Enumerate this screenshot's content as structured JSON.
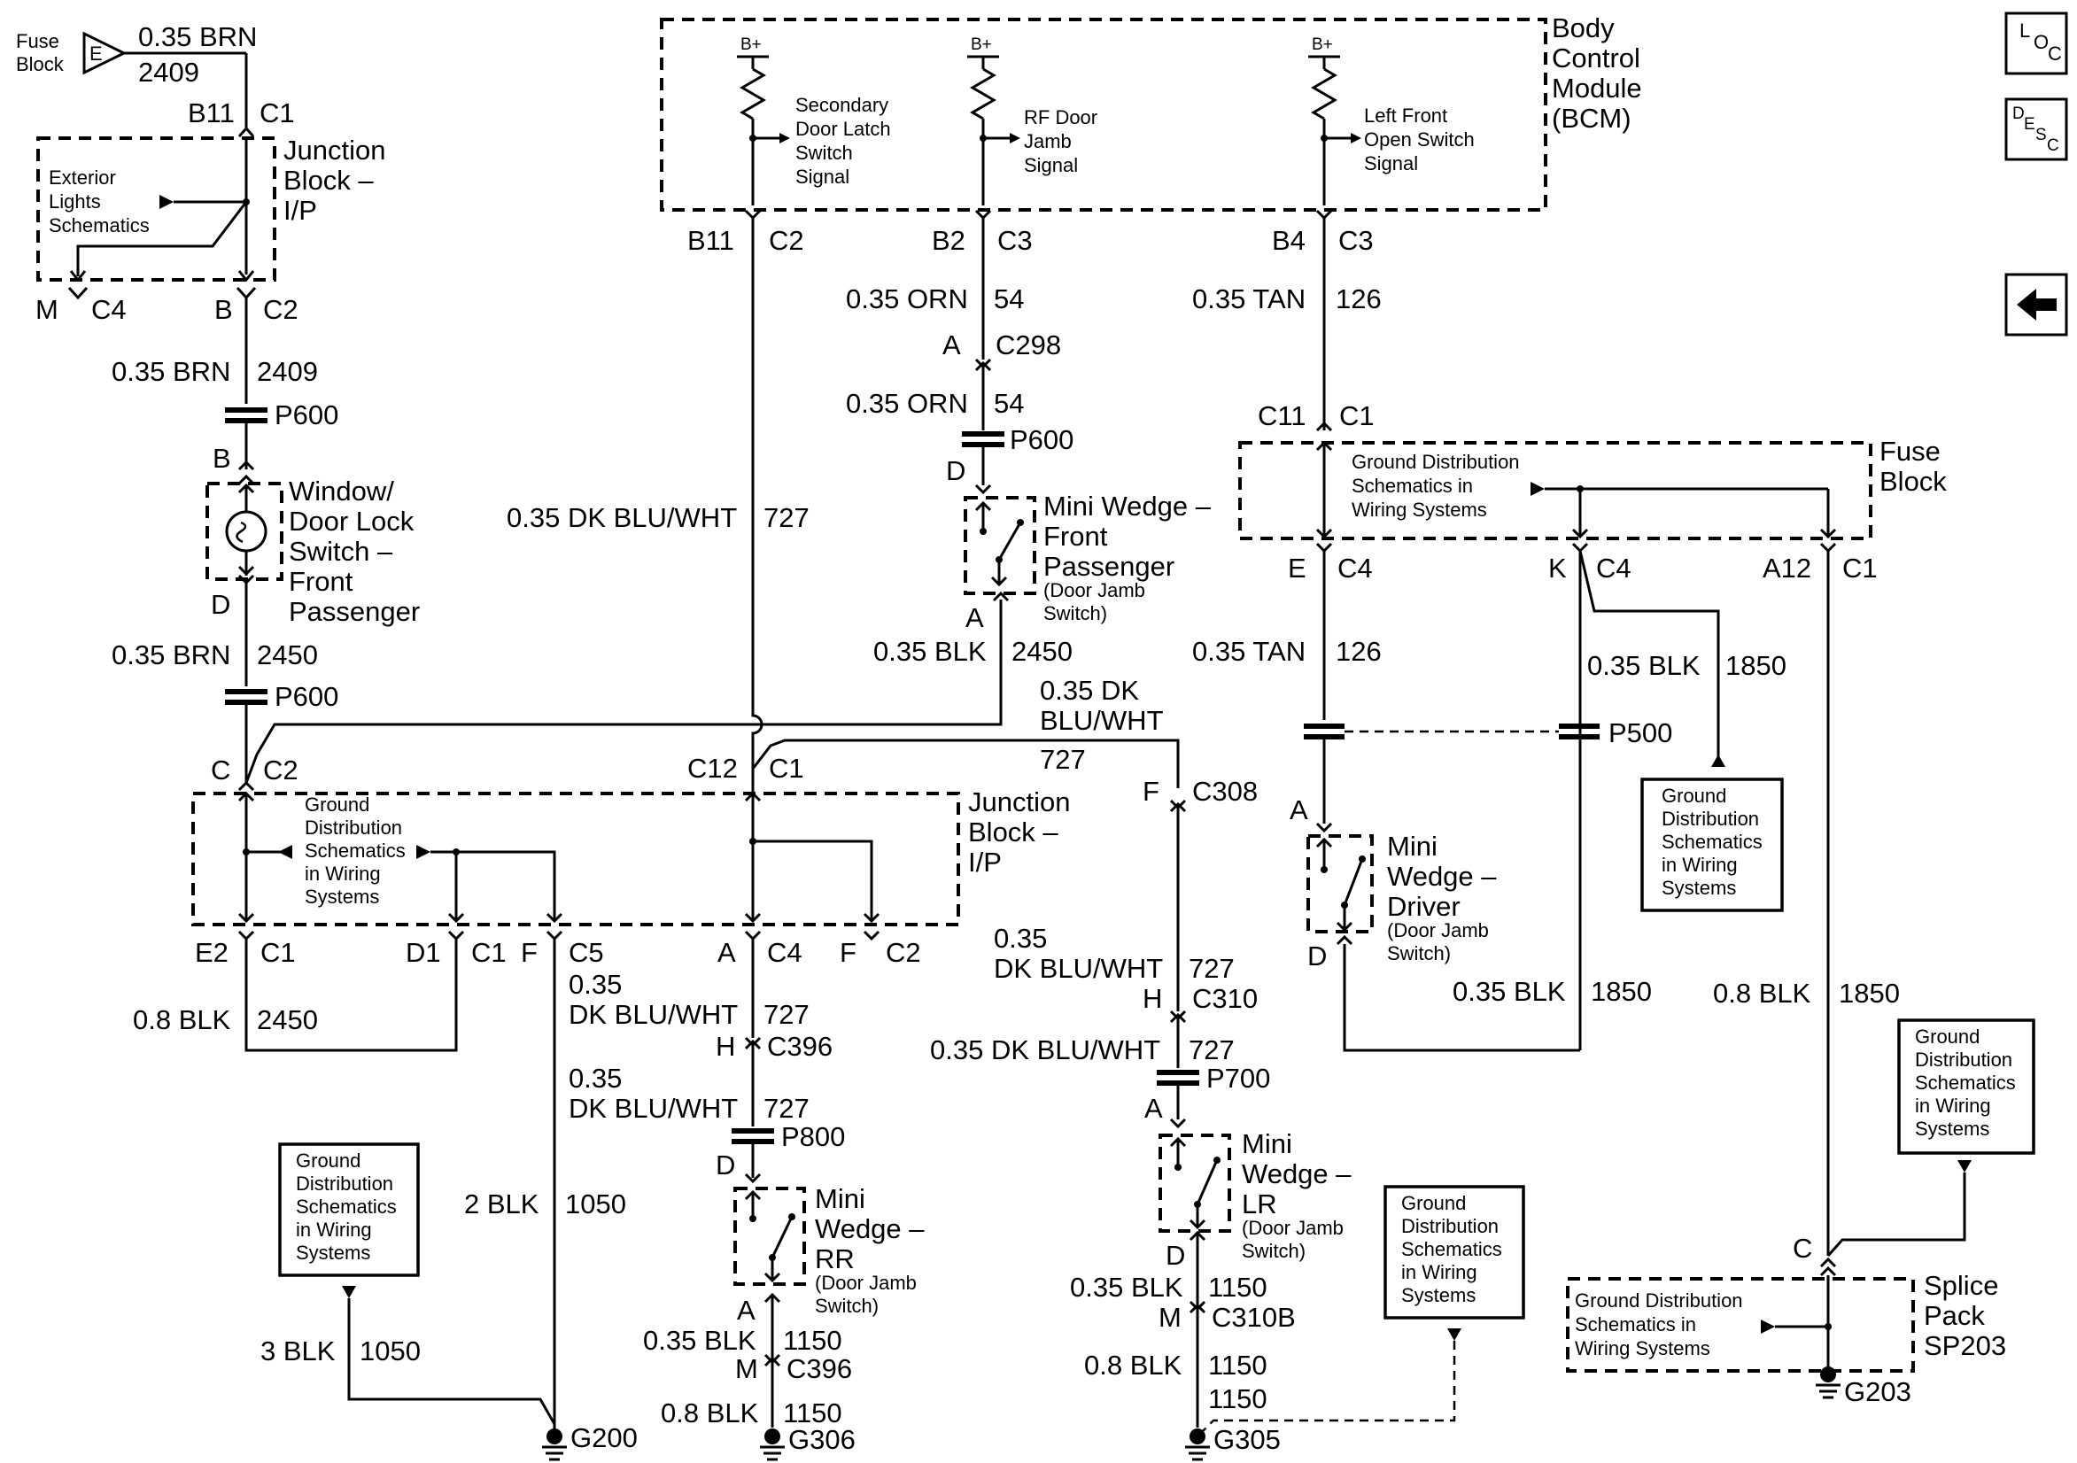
{
  "nav": {
    "loc": {
      "l": "L",
      "o": "O",
      "c": "C"
    },
    "desc": {
      "d": "D",
      "e": "E",
      "s": "S",
      "c": "C"
    },
    "back_icon": "left-arrow-icon"
  },
  "modules": {
    "bcm": "Body Control Module (BCM)",
    "bcm_lines": [
      "Body",
      "Control",
      "Module",
      "(BCM)"
    ],
    "bplus": "B+",
    "switch_signals": [
      [
        "Secondary",
        "Door Latch",
        "Switch",
        "Signal"
      ],
      [
        "RF Door",
        "Jamb",
        "Signal"
      ],
      [
        "Left Front",
        "Open Switch",
        "Signal"
      ]
    ],
    "fuse_block_topleft": [
      "Fuse",
      "Block"
    ],
    "fuse_letter": "E",
    "junction_block_top": [
      "Junction",
      "Block –",
      "I/P"
    ],
    "exterior_lights": [
      "Exterior",
      "Lights",
      "Schematics"
    ],
    "window_switch": [
      "Window/",
      "Door Lock",
      "Switch –",
      "Front",
      "Passenger"
    ],
    "junction_block_mid": [
      "Junction",
      "Block –",
      "I/P"
    ],
    "fuse_block_right": [
      "Fuse",
      "Block"
    ],
    "splice_pack": [
      "Splice",
      "Pack",
      "SP203"
    ],
    "mini_wedge_fp": [
      "Mini Wedge –",
      "Front",
      "Passenger"
    ],
    "mini_wedge_fp_sub": [
      "(Door Jamb",
      "Switch)"
    ],
    "mini_wedge_driver": [
      "Mini",
      "Wedge –",
      "Driver"
    ],
    "mini_wedge_driver_sub": [
      "(Door Jamb",
      "Switch)"
    ],
    "mini_wedge_rr": [
      "Mini",
      "Wedge –",
      "RR"
    ],
    "mini_wedge_rr_sub": [
      "(Door Jamb",
      "Switch)"
    ],
    "mini_wedge_lr": [
      "Mini",
      "Wedge –",
      "LR"
    ],
    "mini_wedge_lr_sub": [
      "(Door Jamb",
      "Switch)"
    ]
  },
  "gd_refs": {
    "inline_jb": [
      "Ground",
      "Distribution",
      "Schematics",
      "in Wiring",
      "Systems"
    ],
    "inline_fuse": [
      "Ground Distribution",
      "Schematics in",
      "Wiring Systems"
    ],
    "inline_splice": [
      "Ground Distribution",
      "Schematics in",
      "Wiring Systems"
    ],
    "box": [
      "Ground",
      "Distribution",
      "Schematics",
      "in Wiring",
      "Systems"
    ]
  },
  "wires": {
    "w_035_brn_2409_top": [
      "0.35 BRN",
      "2409"
    ],
    "w_035_brn_2409": [
      "0.35 BRN",
      "2409"
    ],
    "w_035_brn_2450": [
      "0.35 BRN",
      "2450"
    ],
    "w_035_orn_54_a": [
      "0.35 ORN",
      "54"
    ],
    "w_035_orn_54_b": [
      "0.35 ORN",
      "54"
    ],
    "w_035_blk_2450": [
      "0.35 BLK",
      "2450"
    ],
    "w_035_tan_126_a": [
      "0.35 TAN",
      "126"
    ],
    "w_035_tan_126_b": [
      "0.35 TAN",
      "126"
    ],
    "w_035_dkbluwht_727_a": [
      "0.35 DK BLU/WHT",
      "727"
    ],
    "w_035_dkbluwht_727_b": [
      "0.35 DK",
      "BLU/WHT",
      "727"
    ],
    "w_035_dkbluwht_727_c": [
      "0.35",
      "DK BLU/WHT",
      "727"
    ],
    "w_035_dkbluwht_727_d": [
      "0.35",
      "DK BLU/WHT",
      "727"
    ],
    "w_035_dkbluwht_727_e": [
      "0.35",
      "DK BLU/WHT",
      "727"
    ],
    "w_035_dkbluwht_727_f": [
      "0.35 DK BLU/WHT",
      "727"
    ],
    "w_035_blk_1850_a": [
      "0.35 BLK",
      "1850"
    ],
    "w_035_blk_1850_b": [
      "0.35 BLK",
      "1850"
    ],
    "w_08_blk_1850": [
      "0.8 BLK",
      "1850"
    ],
    "w_08_blk_2450": [
      "0.8 BLK",
      "2450"
    ],
    "w_2_blk_1050": [
      "2 BLK",
      "1050"
    ],
    "w_3_blk_1050": [
      "3 BLK",
      "1050"
    ],
    "w_035_blk_1150_rr": [
      "0.35 BLK",
      "1150"
    ],
    "w_08_blk_1150_rr": [
      "0.8 BLK",
      "1150"
    ],
    "w_035_blk_1150_lr": [
      "0.35 BLK",
      "1150"
    ],
    "w_08_blk_1150_lr": [
      "0.8 BLK",
      "1150"
    ],
    "w_1150_lr": "1150"
  },
  "connectors": {
    "b11_c1": [
      "B11",
      "C1"
    ],
    "m_c4": [
      "M",
      "C4"
    ],
    "b_c2": [
      "B",
      "C2"
    ],
    "p600_a": "P600",
    "b_pin": "B",
    "d_pin": "D",
    "p600_b": "P600",
    "c_c2": [
      "C",
      "C2"
    ],
    "b11_c2": [
      "B11",
      "C2"
    ],
    "b2_c3": [
      "B2",
      "C3"
    ],
    "b4_c3": [
      "B4",
      "C3"
    ],
    "a_c298": [
      "A",
      "C298"
    ],
    "p600_c": "P600",
    "d_fp": "D",
    "a_fp": "A",
    "c11_c1": [
      "C11",
      "C1"
    ],
    "e_c4": [
      "E",
      "C4"
    ],
    "k_c4": [
      "K",
      "C4"
    ],
    "a12_c1": [
      "A12",
      "C1"
    ],
    "p500": "P500",
    "a_drv": "A",
    "d_drv": "D",
    "c12_c1": [
      "C12",
      "C1"
    ],
    "f_c308": [
      "F",
      "C308"
    ],
    "e2_c1": [
      "E2",
      "C1"
    ],
    "d1_c1": [
      "D1",
      "C1"
    ],
    "f_c5": [
      "F",
      "C5"
    ],
    "a_c4": [
      "A",
      "C4"
    ],
    "f_c2": [
      "F",
      "C2"
    ],
    "h_c396": [
      "H",
      "C396"
    ],
    "p800": "P800",
    "d_rr": "D",
    "a_rr": "A",
    "m_c396": [
      "M",
      "C396"
    ],
    "h_c310": [
      "H",
      "C310"
    ],
    "p700": "P700",
    "a_lr": "A",
    "d_lr": "D",
    "m_c310b": [
      "M",
      "C310B"
    ],
    "c_sp": "C"
  },
  "grounds": {
    "g200": "G200",
    "g306": "G306",
    "g305": "G305",
    "g203": "G203"
  }
}
